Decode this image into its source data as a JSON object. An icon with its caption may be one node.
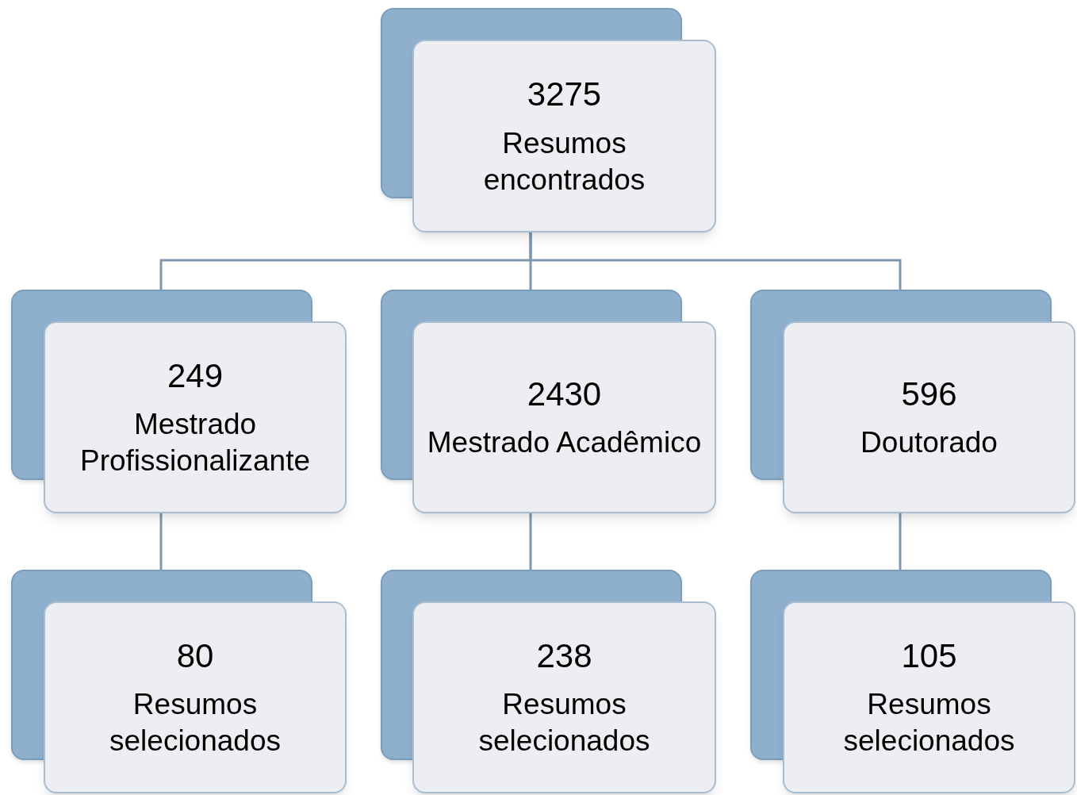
{
  "diagram": {
    "nodes": [
      {
        "text": [
          "3275",
          "Resumos encontrados"
        ]
      },
      {
        "text": [
          "249",
          "Mestrado Profissionalizante"
        ]
      },
      {
        "text": [
          "2430",
          "Mestrado Acadêmico"
        ]
      },
      {
        "text": [
          "596",
          "Doutorado"
        ]
      },
      {
        "text": [
          "80",
          "Resumos selecionados"
        ]
      },
      {
        "text": [
          "238",
          "Resumos selecionados"
        ]
      },
      {
        "text": [
          "105",
          "Resumos selecionados"
        ]
      }
    ],
    "edges": [
      {
        "from": 0,
        "to": 1,
        "arrow": "none"
      },
      {
        "from": 0,
        "to": 2,
        "arrow": "none"
      },
      {
        "from": 0,
        "to": 3,
        "arrow": "none"
      },
      {
        "from": 1,
        "to": 4,
        "arrow": "none"
      },
      {
        "from": 2,
        "to": 5,
        "arrow": "none"
      },
      {
        "from": 3,
        "to": 6,
        "arrow": "none"
      }
    ]
  }
}
